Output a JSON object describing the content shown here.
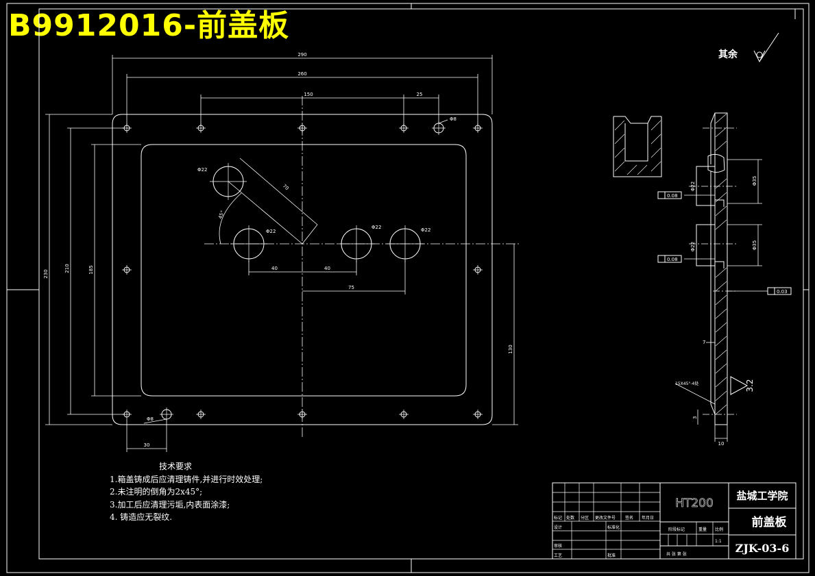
{
  "banner_title": "B9912016-前盖板",
  "roughness_note": "其余",
  "dimensions": {
    "overall_width": "290",
    "hole_span_x": "260",
    "hole_spacing_a": "150",
    "hole_spacing_b": "25",
    "small_hole_dia_top": "Φ8",
    "small_hole_dia_bottom": "Φ8",
    "overall_height": "230",
    "hole_span_y": "210",
    "inner_height": "185",
    "right_height": "130",
    "bottom_offset": "30",
    "large_hole_dia_1": "Φ22",
    "large_hole_dia_2": "Φ22",
    "large_hole_dia_3": "Φ22",
    "large_hole_dia_4": "Φ22",
    "slant_dim": "70",
    "angle": "45°",
    "spacing_left": "40",
    "spacing_mid": "40",
    "spacing_75": "75"
  },
  "section_dims": {
    "top_right": "Φ35",
    "lower_right": "Φ35",
    "bore_top": "Φ22",
    "bore_lower": "Φ22",
    "tol_1": "0.08",
    "tol_2": "0.08",
    "flat_tol": "0.03",
    "seven": "7",
    "chamfer": "15X45°-4处",
    "thickness": "10",
    "small": "3",
    "rough_32": "3.2"
  },
  "tech_notes": {
    "title": "技术要求",
    "items": [
      "1.箱盖铸成后应清理铸件,并进行时效处理;",
      "2.未注明的倒角为2x45°;",
      "3.加工后应清理污垢,内表面涂漆;",
      "4. 铸造应无裂纹."
    ]
  },
  "title_block": {
    "material": "HT200",
    "school": "盐城工学院",
    "part_name": "前盖板",
    "drawing_no": "ZJK-03-6",
    "headers": [
      "标记",
      "处数",
      "分区",
      "更改文件号",
      "签名",
      "年月日"
    ],
    "row_labels": [
      "设计",
      "审核",
      "工艺"
    ],
    "std_label": "标准化",
    "approve_label": "批准",
    "stage_label": "阶段标记",
    "weight_label": "重量",
    "scale_label": "比例",
    "scale_value": "1:1",
    "sheets_label": "共  张 第  张"
  },
  "colors": {
    "background": "#000000",
    "lines": "#ffffff",
    "banner": "#ffff00"
  }
}
